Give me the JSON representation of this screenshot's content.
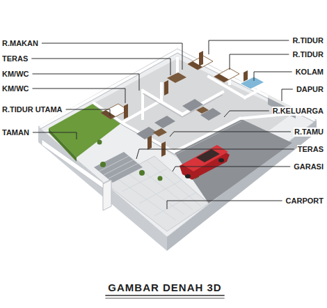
{
  "diagram": {
    "title": "GAMBAR DENAH 3D",
    "labels": [
      "R.MAKAN",
      "TERAS",
      "KM/WC",
      "KM/WC",
      "R.TIDUR UTAMA",
      "TAMAN",
      "R.TIDUR",
      "R.TIDUR",
      "KOLAM",
      "DAPUR",
      "R.KELUARGA",
      "R.TAMU",
      "TERAS",
      "GARASI",
      "CARPORT"
    ]
  }
}
